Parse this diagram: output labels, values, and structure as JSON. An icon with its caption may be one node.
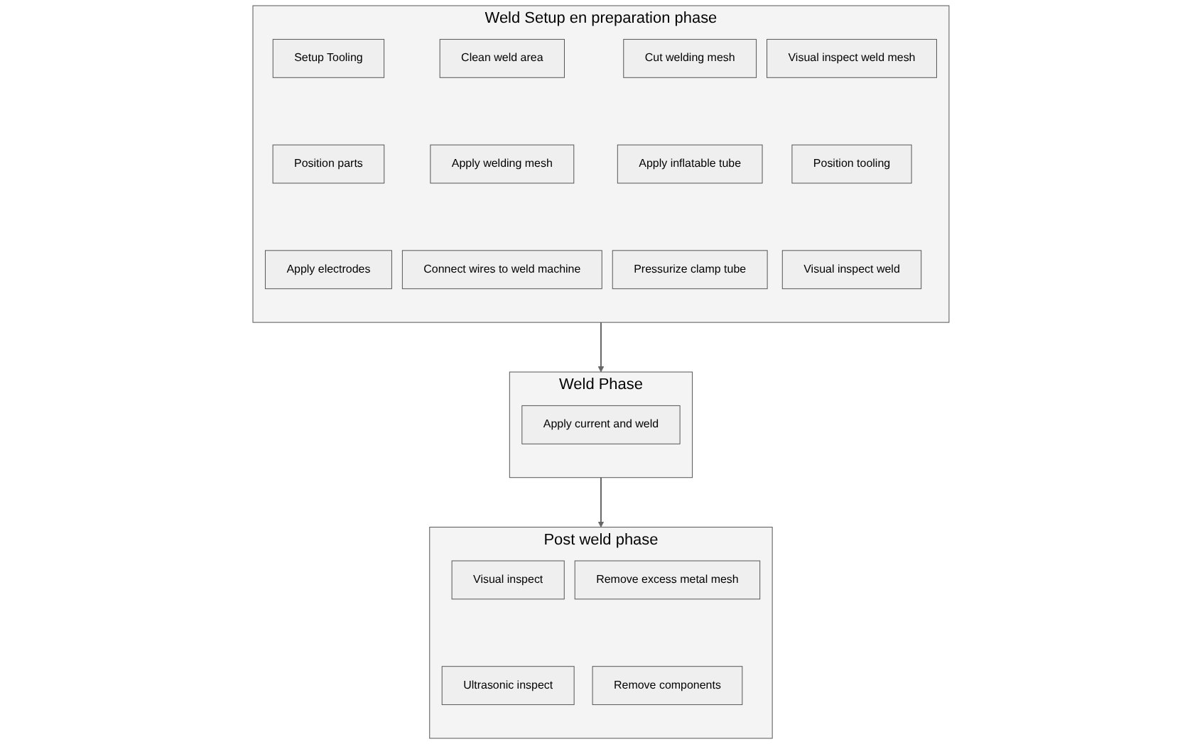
{
  "diagram": {
    "nodes": [
      {
        "text": [
          "Weld Setup en preparation phase"
        ]
      },
      {
        "text": [
          "Setup Tooling"
        ],
        "in": 0
      },
      {
        "text": [
          "Clean weld area"
        ],
        "in": 0
      },
      {
        "text": [
          "Cut welding mesh"
        ],
        "in": 0
      },
      {
        "text": [
          "Visual inspect weld mesh"
        ],
        "in": 0
      },
      {
        "text": [
          "Position parts"
        ],
        "in": 0
      },
      {
        "text": [
          "Apply welding mesh"
        ],
        "in": 0
      },
      {
        "text": [
          "Apply inflatable tube"
        ],
        "in": 0
      },
      {
        "text": [
          "Position tooling"
        ],
        "in": 0
      },
      {
        "text": [
          "Apply electrodes"
        ],
        "in": 0
      },
      {
        "text": [
          "Connect wires to weld machine"
        ],
        "in": 0
      },
      {
        "text": [
          "Pressurize clamp tube"
        ],
        "in": 0
      },
      {
        "text": [
          "Visual inspect weld"
        ],
        "in": 0
      },
      {
        "text": [
          "Weld Phase"
        ]
      },
      {
        "text": [
          "Apply current and weld"
        ],
        "in": 13
      },
      {
        "text": [
          "Post weld phase"
        ]
      },
      {
        "text": [
          "Visual inspect"
        ],
        "in": 15
      },
      {
        "text": [
          "Remove excess metal mesh"
        ],
        "in": 15
      },
      {
        "text": [
          "Ultrasonic inspect"
        ],
        "in": 15
      },
      {
        "text": [
          "Remove components"
        ],
        "in": 15
      }
    ],
    "edges": [
      {
        "from": 0,
        "to": 13,
        "arrow": "to"
      },
      {
        "from": 13,
        "to": 15,
        "arrow": "to"
      }
    ]
  }
}
